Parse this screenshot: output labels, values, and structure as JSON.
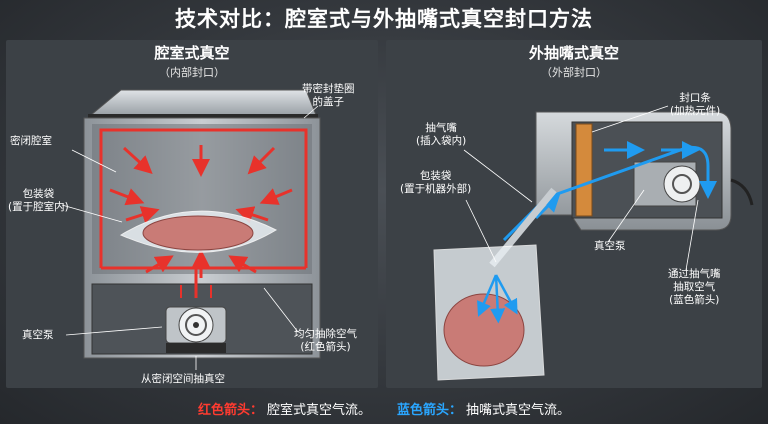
{
  "title": "技术对比：腔室式与外抽嘴式真空封口方法",
  "left_panel": {
    "title": "腔室式真空",
    "subtitle": "（内部封口）",
    "labels": {
      "lid": "带密封垫圈\n的盖子",
      "chamber": "密闭腔室",
      "bag": "包装袋\n(置于腔室内)",
      "pump": "真空泵",
      "even_extract": "均匀抽除空气\n(红色箭头)",
      "bottom_note": "从密闭空间抽真空"
    }
  },
  "right_panel": {
    "title": "外抽嘴式真空",
    "subtitle": "（外部封口）",
    "labels": {
      "nozzle": "抽气嘴\n(插入袋内)",
      "seal_bar": "封口条\n(加热元件)",
      "bag": "包装袋\n(置于机器外部)",
      "pump": "真空泵",
      "extract": "通过抽气嘴\n抽取空气\n(蓝色箭头)"
    }
  },
  "footer": {
    "red_key": "红色箭头：",
    "red_text": "腔室式真空气流。",
    "blue_key": "蓝色箭头：",
    "blue_text": "抽嘴式真空气流。"
  },
  "colors": {
    "red_arrow": "#e8322b",
    "blue_arrow": "#1f9bf0",
    "machine_metal": "#b9bec3"
  }
}
